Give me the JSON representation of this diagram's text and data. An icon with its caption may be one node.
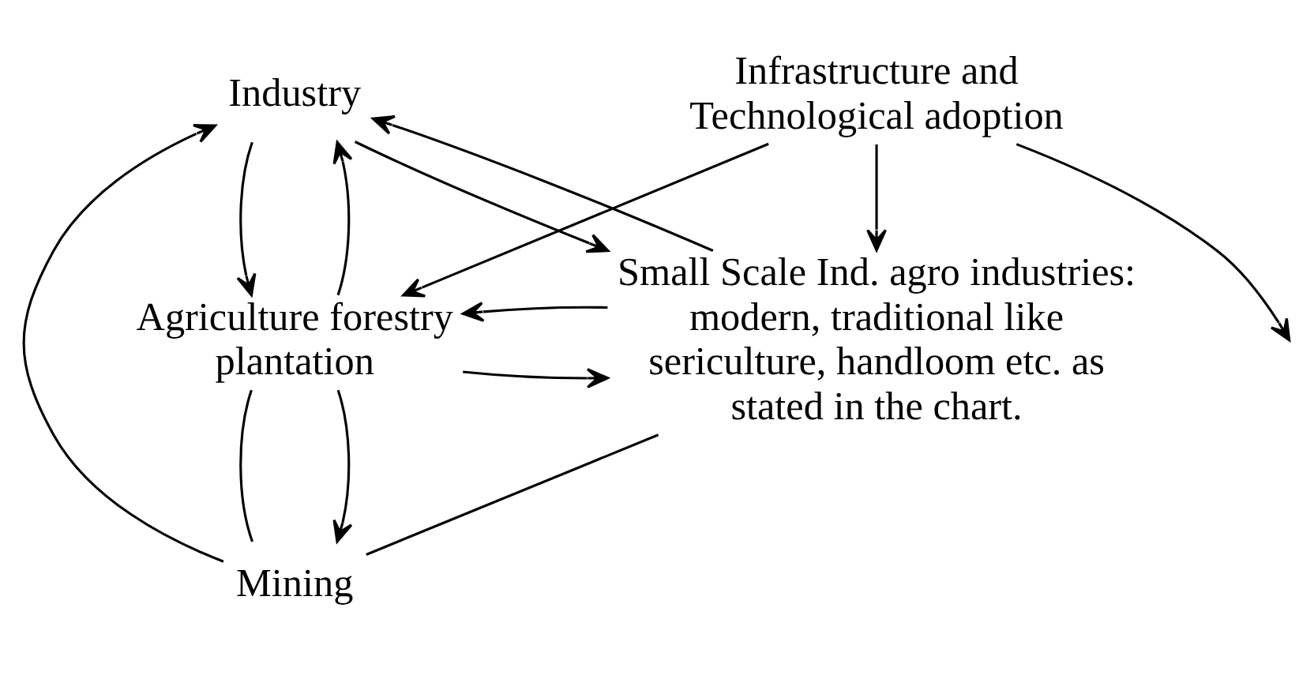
{
  "diagram": {
    "nodes": [
      {
        "text": [
          "Industry"
        ]
      },
      {
        "text": [
          "Mining"
        ]
      },
      {
        "text": [
          "Agriculture forestry plantation"
        ]
      },
      {
        "text": [
          "Small Scale Ind. agro industries: modern, traditional like sericulture, handloom etc. as stated in the chart."
        ]
      },
      {
        "text": [
          "Infrastructure and Technological adoption"
        ]
      }
    ],
    "edges": [
      {
        "from": 2,
        "to": 0,
        "arrow": "to"
      },
      {
        "from": 0,
        "to": 2,
        "arrow": "to"
      },
      {
        "from": 2,
        "to": 1,
        "arrow": "none"
      },
      {
        "from": 1,
        "to": 0,
        "arrow": "to"
      },
      {
        "from": 3,
        "to": 1,
        "arrow": "none"
      },
      {
        "from": 3,
        "to": 0,
        "arrow": "to"
      },
      {
        "from": 0,
        "to": 3,
        "arrow": "to"
      },
      {
        "from": 2,
        "to": 3,
        "arrow": "to"
      },
      {
        "from": 2,
        "to": 1,
        "arrow": "to"
      },
      {
        "from": 3,
        "to": 2,
        "arrow": "to"
      },
      {
        "from": 4,
        "to": 2,
        "arrow": "to"
      },
      {
        "from": 4,
        "to": 3,
        "arrow": "to"
      },
      {
        "from": 4,
        "to": null,
        "arrow": "to"
      }
    ]
  }
}
